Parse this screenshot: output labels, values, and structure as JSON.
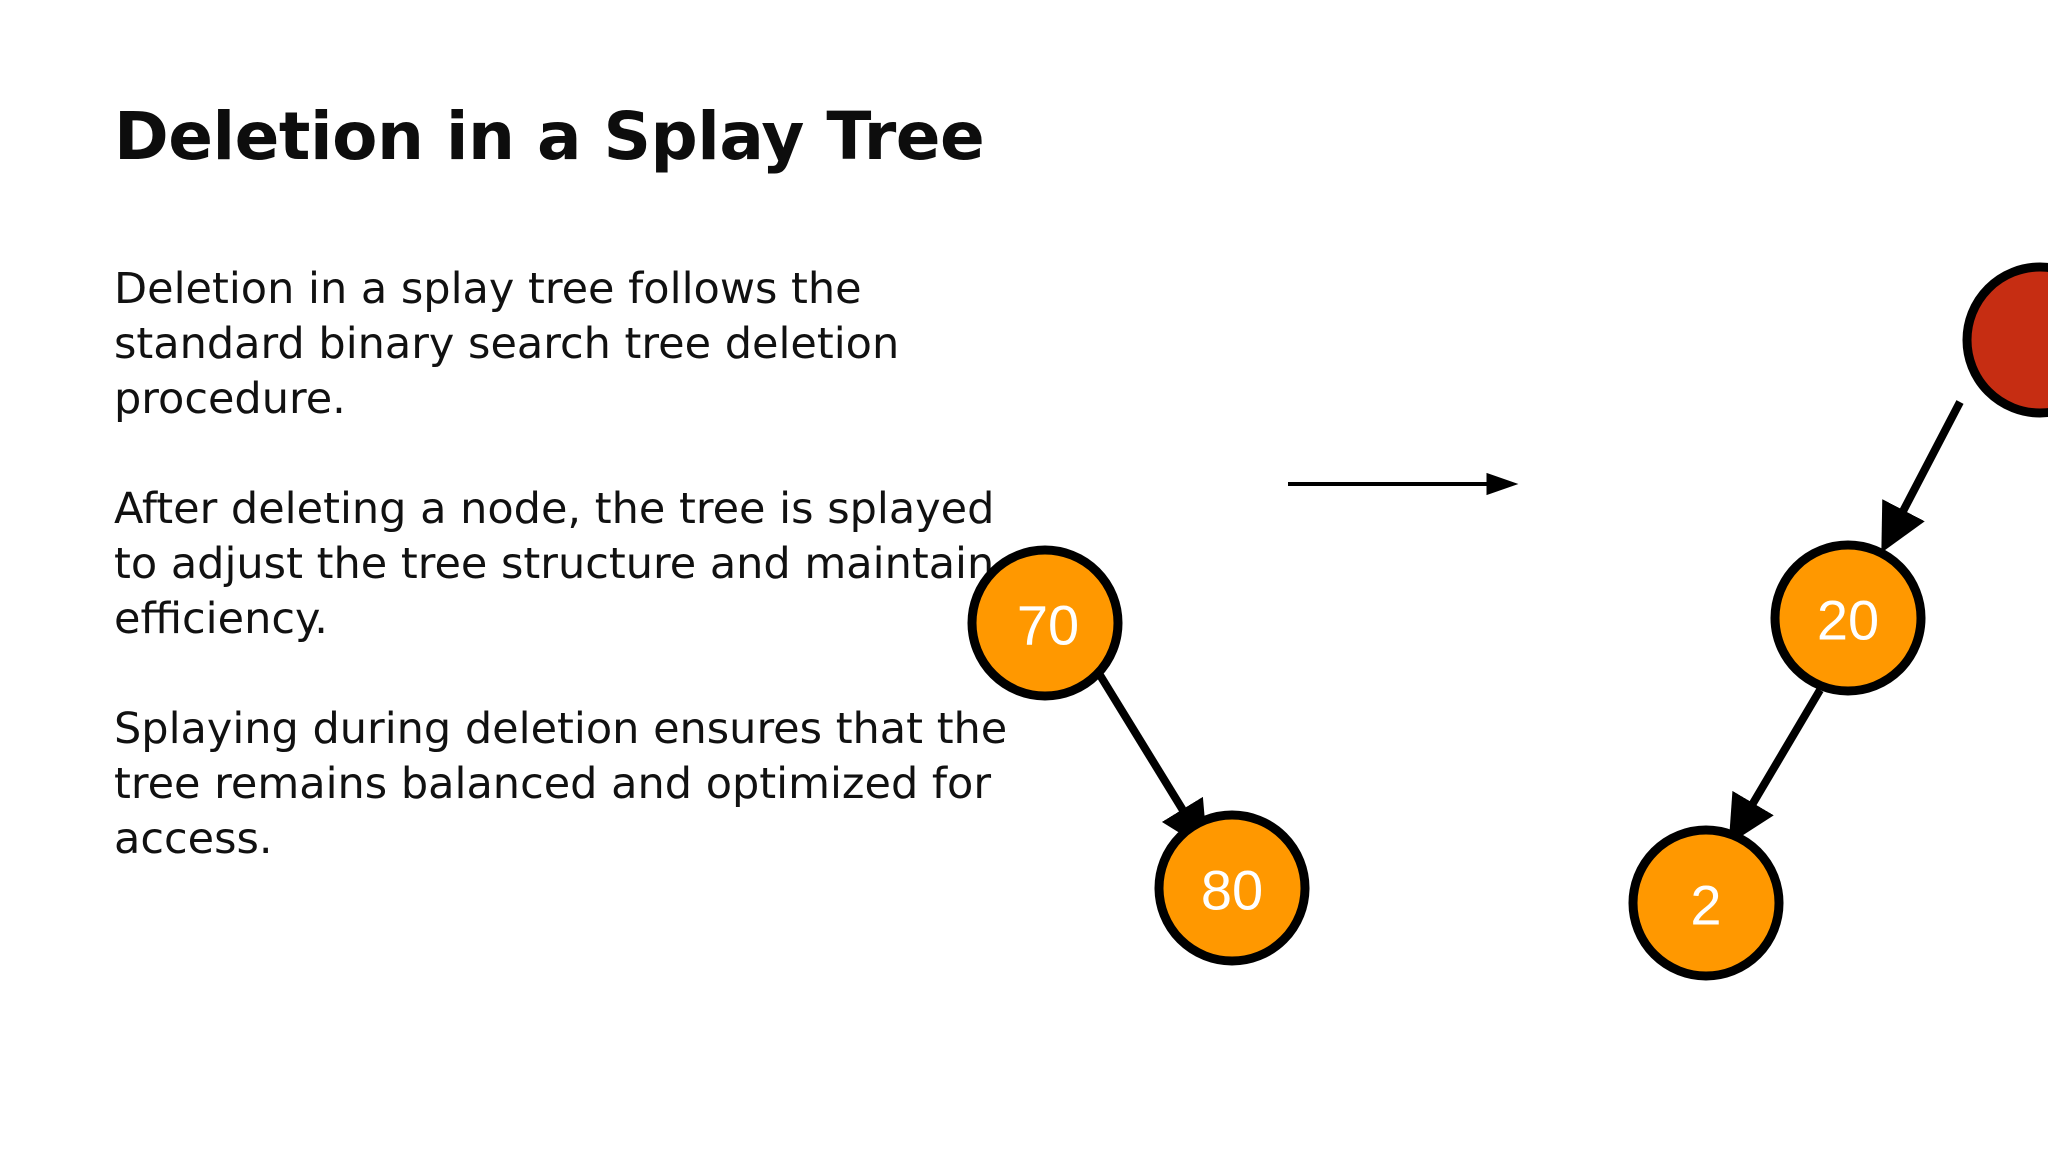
{
  "slide": {
    "title": "Deletion in a Splay Tree",
    "paragraphs": [
      "Deletion in a splay tree follows the standard binary search tree deletion procedure.",
      "After deleting a node, the tree is splayed to adjust the tree structure and maintain efficiency.",
      "Splaying during deletion ensures that the tree remains balanced and optimized for access."
    ]
  },
  "diagram": {
    "node_fill": "#ff9800",
    "root_fill": "#c62d12",
    "stroke": "#000000",
    "label_color": "#ffffff",
    "left_tree_nodes": [
      "70",
      "80"
    ],
    "right_tree_nodes": [
      "20",
      "2"
    ]
  }
}
